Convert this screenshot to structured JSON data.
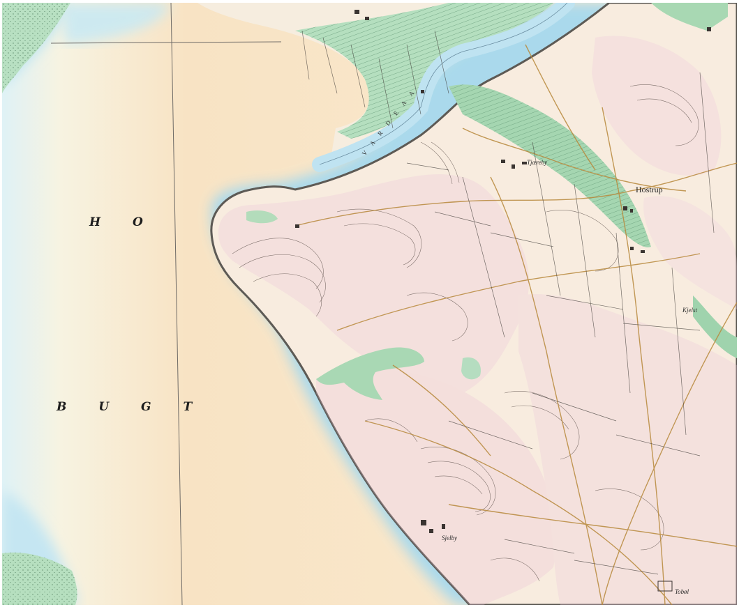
{
  "map": {
    "sea_name_line1": "H O",
    "sea_name_line2": "B U G T",
    "places": {
      "hostrup": "Hostrup",
      "sjelby": "Sjelby",
      "tobol": "Tobøl",
      "tjæreby": "Tjæreby",
      "kjelst": "Kjelst"
    },
    "river_name": "V A R D E   A A",
    "colors": {
      "sea_deep": "#f6e8c8",
      "sea_shallow": "#fbeccf",
      "shore_water": "#bfe3f1",
      "land": "#f8ecdf",
      "heath": "#ecc5d9",
      "meadow": "#a9d8b4",
      "road": "#b8893c",
      "contour": "#5a4d48"
    }
  }
}
